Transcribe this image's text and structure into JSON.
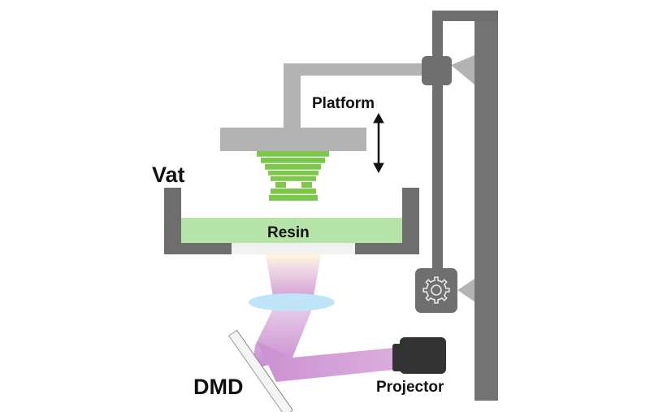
{
  "diagram": {
    "title": "DLP vat photopolymerization 3D printer schematic",
    "labels": {
      "platform": "Platform",
      "vat": "Vat",
      "resin": "Resin",
      "dmd": "DMD",
      "projector": "Projector"
    },
    "icons": {
      "motor": "gear-icon",
      "motion": "double-arrow-vertical-icon"
    },
    "colors": {
      "frame": "#6f6f6f",
      "arm": "#b3b3b3",
      "vat_wall": "#6e6e6e",
      "resin": "#b5e3a8",
      "printed_part": "#7cc84a",
      "light_beam": "#c98fce",
      "lens": "#bfe3f7",
      "projector": "#333333",
      "window": "#f1f1f1"
    }
  }
}
